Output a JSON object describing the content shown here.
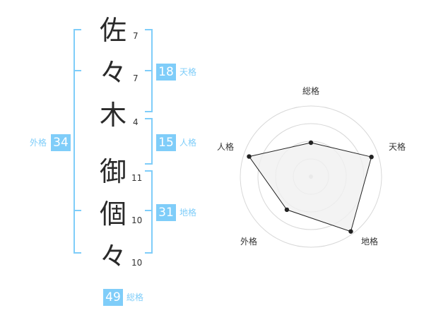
{
  "name": {
    "chars": [
      {
        "char": "佐",
        "strokes": "7"
      },
      {
        "char": "々",
        "strokes": "7"
      },
      {
        "char": "木",
        "strokes": "4"
      },
      {
        "char": "御",
        "strokes": "11"
      },
      {
        "char": "個",
        "strokes": "10"
      },
      {
        "char": "々",
        "strokes": "10"
      }
    ]
  },
  "fortunes": {
    "tenkaku": {
      "value": "18",
      "label": "天格"
    },
    "jinkaku": {
      "value": "15",
      "label": "人格"
    },
    "chikaku": {
      "value": "31",
      "label": "地格"
    },
    "gaikaku": {
      "value": "34",
      "label": "外格"
    },
    "soukaku": {
      "value": "49",
      "label": "総格"
    }
  },
  "colors": {
    "accent": "#7fcdf9",
    "text": "#2a2a2a",
    "radar_fill": "#f0f0f0",
    "radar_grid": "#d8d8d8"
  },
  "chart_data": {
    "type": "radar",
    "axes": [
      "総格",
      "天格",
      "地格",
      "外格",
      "人格"
    ],
    "values": [
      2.4,
      4.5,
      4.8,
      2.9,
      4.6
    ],
    "max": 5,
    "rings": 4
  }
}
